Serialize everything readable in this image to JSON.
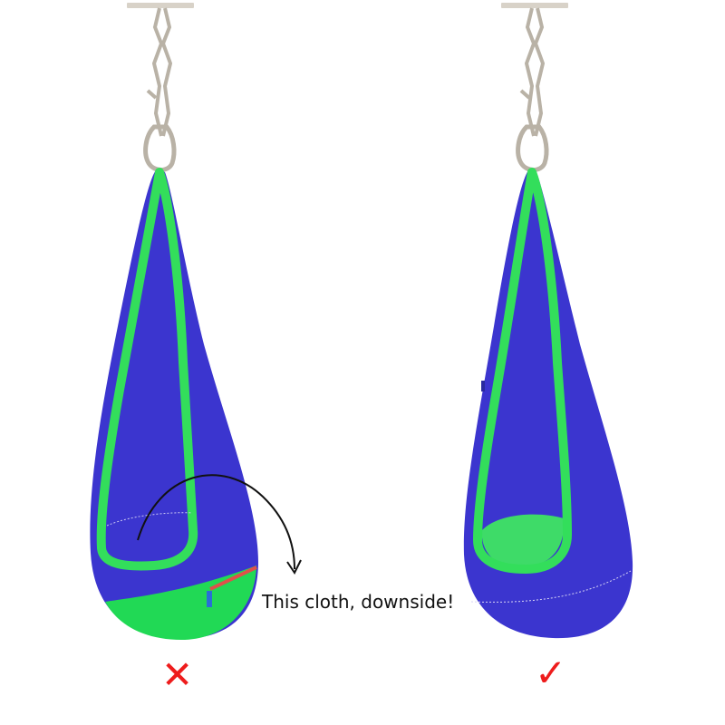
{
  "annotation": {
    "text": "This cloth, downside!"
  },
  "marks": {
    "wrong_glyph": "✕",
    "right_glyph": "✓",
    "wrong_meaning": "incorrect",
    "right_meaning": "correct"
  },
  "colors": {
    "pod_body": "#3b35cf",
    "pod_trim": "#33de5b",
    "pod_bottom_cloth": "#21d955",
    "pod_seat": "#3edb68",
    "rope": "#d8d2c8",
    "rope_stroke": "#b9b2a6",
    "ceiling_plate": "#d8d2c8",
    "seam_highlight": "#e0504a",
    "arrow": "#111111",
    "mark_wrong": "#ee1c1c",
    "mark_right": "#ee1c1c"
  }
}
